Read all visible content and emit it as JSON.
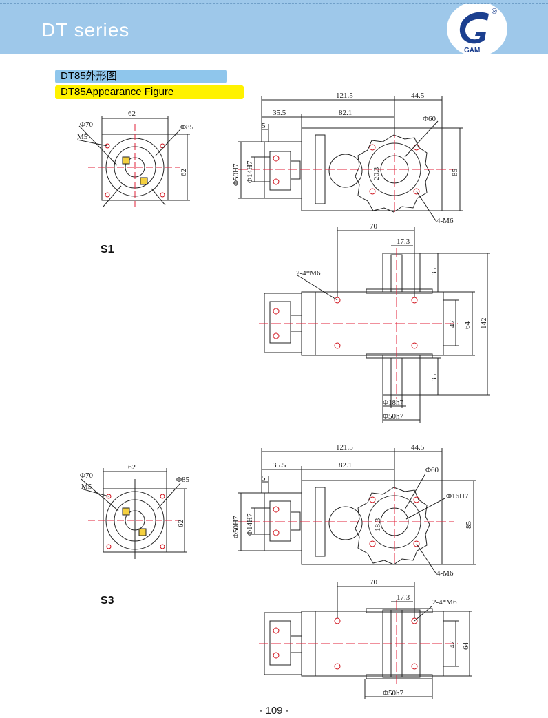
{
  "header": {
    "title": "DT series",
    "logo_text": "GAM",
    "registered_mark": "®"
  },
  "figure": {
    "title_cn": "DT85外形图",
    "title_en": "DT85Appearance Figure"
  },
  "variants": [
    {
      "label": "S1"
    },
    {
      "label": "S3"
    }
  ],
  "dims": {
    "d62": "62",
    "d70": "Φ70",
    "m5": "M5",
    "d85c": "Φ85",
    "d121": "121.5",
    "d44": "44.5",
    "d35": "35.5",
    "d82": "82.1",
    "d5": "5",
    "d60": "Φ60",
    "d50H7": "Φ50H7",
    "d14H7": "Φ14H7",
    "d20": "20.3",
    "d85": "85",
    "m6": "4-M6",
    "d70b": "70",
    "d17": "17.3",
    "m6b": "2-4*M6",
    "d35b": "35",
    "d47": "47",
    "d64": "64",
    "d142": "142",
    "d18h7": "Φ18h7",
    "d50h7": "Φ50h7",
    "d16H7": "Φ16H7",
    "d18": "18.3"
  },
  "page_number": "- 109 -",
  "colors": {
    "header_bg": "#9ec8ea",
    "tag_blue": "#8fc6ec",
    "tag_yellow": "#fff200",
    "centerline": "#e0203a",
    "hole": "#d0101a"
  }
}
